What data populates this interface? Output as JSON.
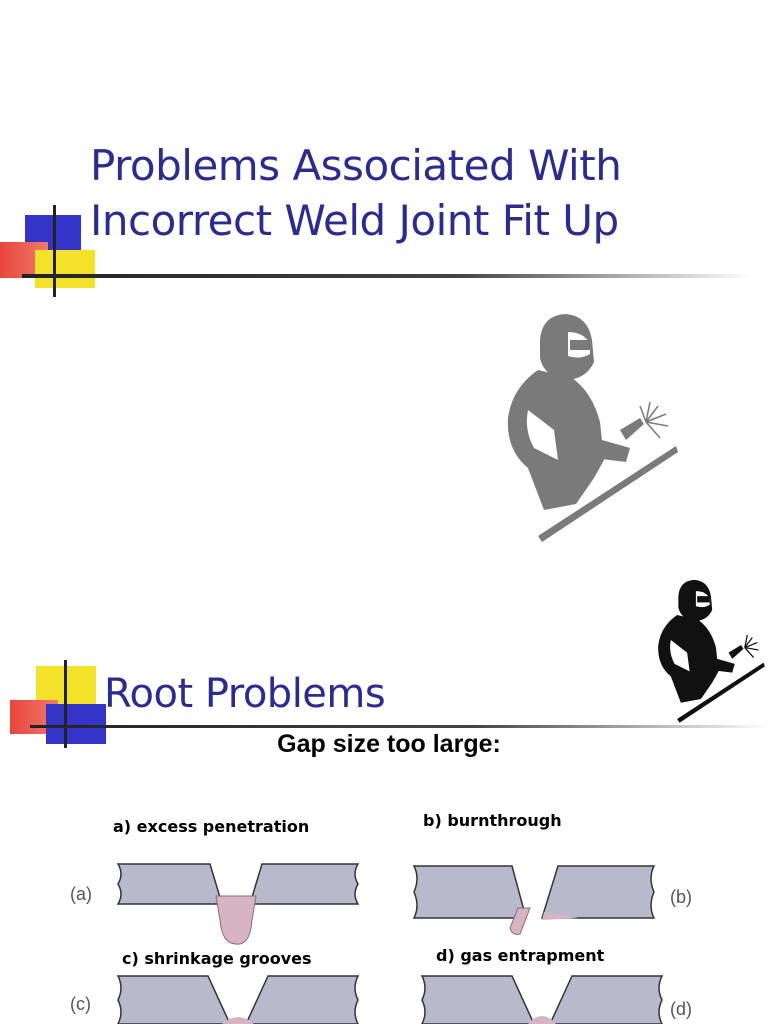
{
  "slide1": {
    "title_line1": "Problems Associated With",
    "title_line2": "Incorrect Weld Joint Fit Up"
  },
  "slide2": {
    "title": "Root Problems",
    "subtitle": "Gap size too large:",
    "diagrams": [
      {
        "caption": "a) excess penetration",
        "letter": "(a)"
      },
      {
        "caption": "b) burnthrough",
        "letter": "(b)"
      },
      {
        "caption": "c) shrinkage grooves",
        "letter": "(c)"
      },
      {
        "caption": "d) gas entrapment",
        "letter": "(d)"
      }
    ]
  },
  "colors": {
    "title": "#2c2c8f",
    "deco_blue": "#3434c8",
    "deco_red": "#e8453c",
    "deco_yellow": "#f4e12a",
    "plate": "#b9b9cc",
    "weld": "#d7b4c1",
    "welder": "#7a7a7a"
  },
  "icons": {
    "slide1_clipart": "welder-icon",
    "slide2_clipart": "welder-icon"
  }
}
